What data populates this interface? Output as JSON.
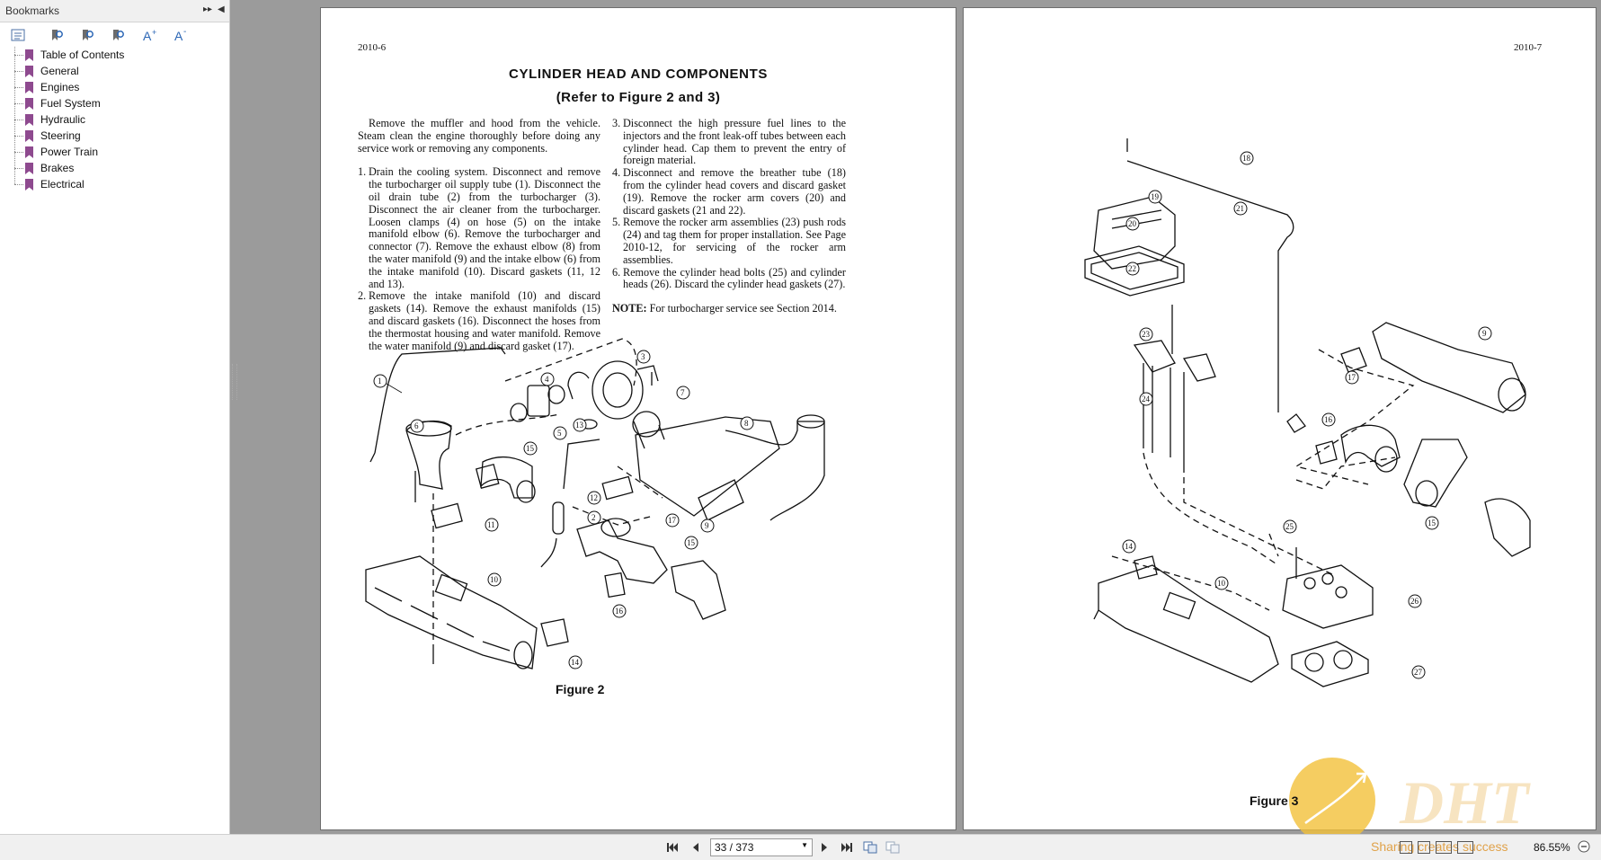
{
  "sidebar": {
    "title": "Bookmarks",
    "items": [
      {
        "label": "Table of Contents"
      },
      {
        "label": "General"
      },
      {
        "label": "Engines"
      },
      {
        "label": "Fuel System"
      },
      {
        "label": "Hydraulic"
      },
      {
        "label": "Steering"
      },
      {
        "label": "Power Train"
      },
      {
        "label": "Brakes"
      },
      {
        "label": "Electrical"
      }
    ]
  },
  "left_page": {
    "page_number": "2010-6",
    "title": "CYLINDER HEAD AND COMPONENTS",
    "subtitle": "(Refer to Figure 2 and 3)",
    "intro": "Remove the muffler and hood from the vehicle. Steam clean the engine thoroughly before doing any service work or removing any components.",
    "steps": [
      {
        "n": "1.",
        "text": "Drain the cooling system. Disconnect and remove the turbocharger oil supply tube (1). Disconnect the oil drain tube (2) from the turbocharger (3). Disconnect the air cleaner from the turbocharger. Loosen clamps (4) on hose (5) on the intake manifold elbow (6). Remove the turbocharger and connector (7). Remove the exhaust elbow (8) from the water manifold (9) and the intake elbow (6) from the intake manifold (10). Discard gaskets (11, 12 and 13)."
      },
      {
        "n": "2.",
        "text": "Remove the intake manifold (10) and discard gaskets (14). Remove the exhaust manifolds (15) and discard gaskets (16). Disconnect the hoses from the thermostat housing and water manifold. Remove the water manifold (9) and discard gasket (17)."
      },
      {
        "n": "3.",
        "text": "Disconnect the high pressure fuel lines to the injectors and the front leak-off tubes between each cylinder head. Cap them to prevent the entry of foreign material."
      },
      {
        "n": "4.",
        "text": "Disconnect and remove the breather tube (18) from the cylinder head covers and discard gasket (19). Remove the rocker arm covers (20) and discard gaskets (21 and 22)."
      },
      {
        "n": "5.",
        "text": "Remove the rocker arm assemblies (23) push rods (24) and tag them for proper installation. See Page 2010-12, for servicing of the rocker arm assemblies."
      },
      {
        "n": "6.",
        "text": "Remove the cylinder head bolts (25) and cylinder heads (26). Discard the cylinder head gaskets (27)."
      }
    ],
    "note_label": "NOTE:",
    "note_text": "For turbocharger service see Section 2014.",
    "figure_caption": "Figure 2",
    "callouts": [
      "1",
      "2",
      "3",
      "4",
      "5",
      "6",
      "7",
      "8",
      "9",
      "10",
      "11",
      "12",
      "13",
      "14",
      "15",
      "16",
      "17"
    ]
  },
  "right_page": {
    "page_number": "2010-7",
    "figure_caption": "Figure 3",
    "callouts": [
      "9",
      "10",
      "14",
      "15",
      "16",
      "17",
      "18",
      "19",
      "20",
      "21",
      "22",
      "23",
      "24",
      "25",
      "26",
      "27"
    ]
  },
  "watermark": {
    "logo": "DHT",
    "tagline": "Sharing creates success"
  },
  "statusbar": {
    "page_indicator": "33 / 373",
    "zoom": "86.55%"
  },
  "colors": {
    "viewer_bg": "#9b9b9b",
    "bookmark_icon": "#8e4a8f",
    "watermark": "#f3c13a"
  }
}
